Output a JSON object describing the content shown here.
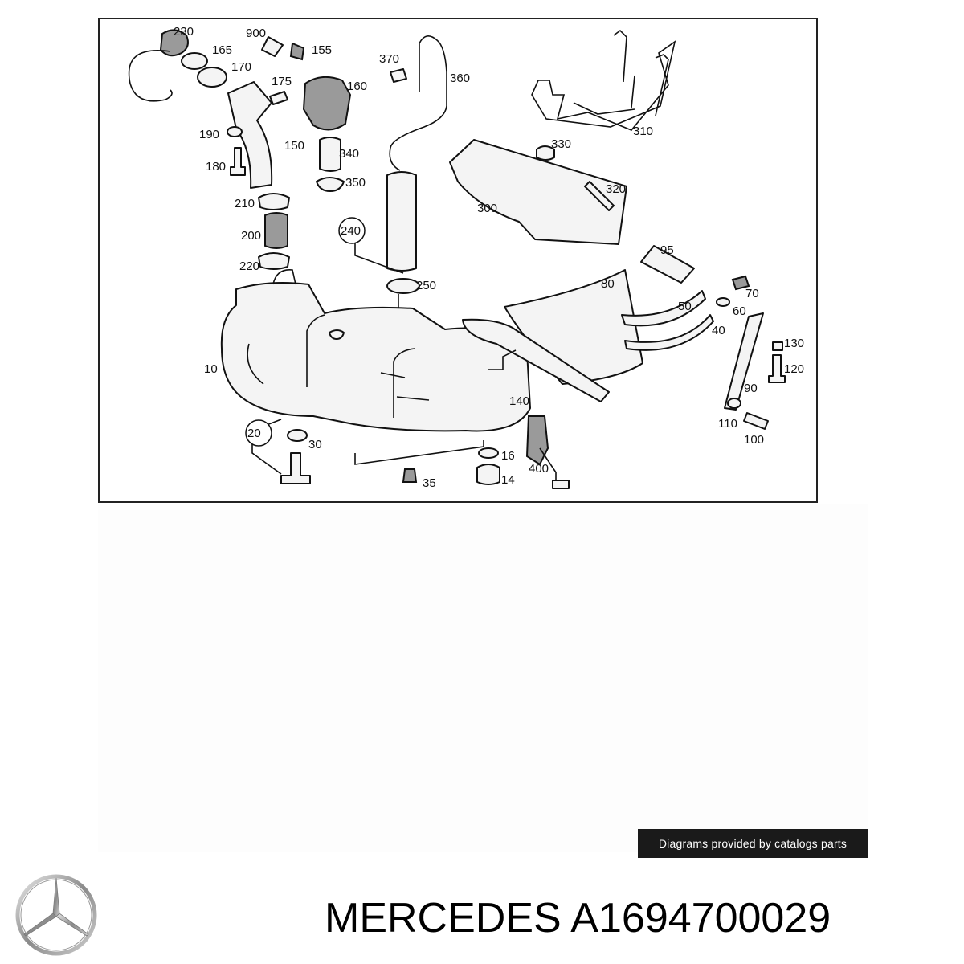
{
  "diagram": {
    "labels": [
      "230",
      "900",
      "165",
      "155",
      "170",
      "370",
      "360",
      "175",
      "160",
      "190",
      "150",
      "340",
      "180",
      "350",
      "210",
      "240",
      "200",
      "220",
      "250",
      "310",
      "330",
      "320",
      "300",
      "95",
      "80",
      "70",
      "50",
      "60",
      "40",
      "130",
      "120",
      "10",
      "90",
      "140",
      "110",
      "100",
      "20",
      "30",
      "16",
      "400",
      "14",
      "35"
    ]
  },
  "credit": {
    "text": "Diagrams provided by catalogs parts"
  },
  "brand": {
    "name": "MERCEDES",
    "part_number": "A1694700029",
    "logo_icon": "mercedes-star-icon"
  }
}
